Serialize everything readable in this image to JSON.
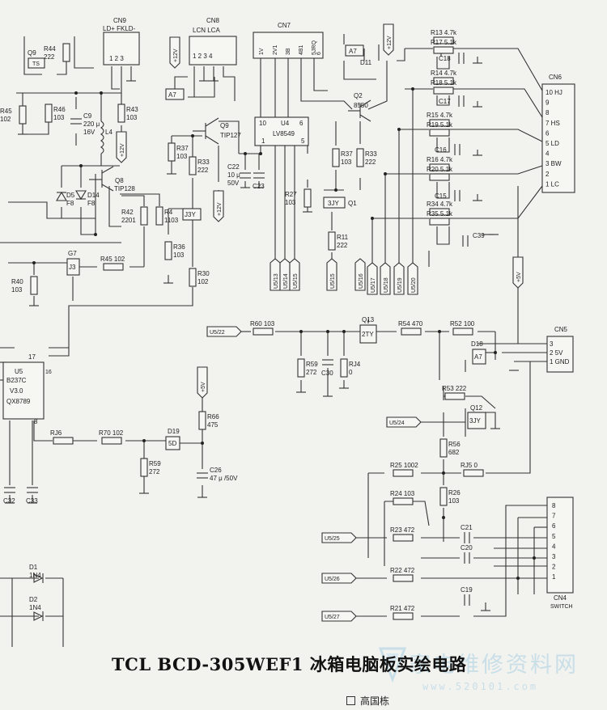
{
  "title": "TCL BCD-305WEF1 冰箱电脑板实绘电路",
  "author": "高国栋",
  "watermark": {
    "site": "家电维修资料网",
    "url": "www.520101.com"
  },
  "connectors": {
    "cn9": {
      "name": "CN9",
      "pins_label": "LD+ FKLD-",
      "pins": "1  2  3"
    },
    "cn8": {
      "name": "CN8",
      "pins_label": "LCN   LCA",
      "pins": "1  2  3  4"
    },
    "cn7": {
      "name": "CN7",
      "pins": [
        "1V",
        "2V1",
        "3B",
        "4B1",
        "5JRQ",
        "6"
      ]
    },
    "cn6": {
      "name": "CN6",
      "pins": [
        "10 HJ",
        "9",
        "8",
        "7      HS",
        "6",
        "5      LD",
        "4",
        "3      BW",
        "2",
        "1      LC"
      ]
    },
    "cn5": {
      "name": "CN5",
      "pins": [
        "3",
        "2  5V",
        "1  GND"
      ]
    },
    "cn4": {
      "name": "CN4",
      "sub": "SWITCH",
      "pins": [
        "8",
        "7",
        "6",
        "5",
        "4",
        "3",
        "2",
        "1"
      ]
    }
  },
  "chips": {
    "u4": {
      "name": "U4",
      "model": "LV8549",
      "pins": [
        "10",
        "6",
        "1",
        "5"
      ]
    },
    "u5": {
      "name": "U5",
      "lines": [
        "B237C",
        "V3.0",
        "QX8789"
      ],
      "pins": [
        "17",
        "16",
        "8"
      ]
    }
  },
  "transistors": [
    {
      "id": "q9a",
      "label": "Q9",
      "marking": "TS"
    },
    {
      "id": "q9b",
      "label": "Q9",
      "marking": "TIP127"
    },
    {
      "id": "q8",
      "label": "Q8",
      "marking": "TIP128"
    },
    {
      "id": "q2",
      "label": "Q2",
      "marking": "8550"
    },
    {
      "id": "q1",
      "label": "Q1",
      "marking": "3JY"
    },
    {
      "id": "g7",
      "label": "G7",
      "marking": "J3"
    },
    {
      "id": "q13",
      "label": "Q13",
      "marking": "2TY"
    },
    {
      "id": "q12",
      "label": "Q12",
      "marking": "3JY"
    },
    {
      "id": "j3y",
      "label": "",
      "marking": "J3Y"
    }
  ],
  "diodes": [
    {
      "id": "d5",
      "label": "D5",
      "marking": "F8"
    },
    {
      "id": "d14",
      "label": "D14",
      "marking": "F8"
    },
    {
      "id": "d11",
      "label": "D11",
      "marking": "A7"
    },
    {
      "id": "a7",
      "label": "",
      "marking": "A7"
    },
    {
      "id": "d18",
      "label": "D18",
      "marking": "A7"
    },
    {
      "id": "d19",
      "label": "D19",
      "marking": "5D"
    },
    {
      "id": "d1",
      "label": "D1",
      "marking": "1N4"
    },
    {
      "id": "d2",
      "label": "D2",
      "marking": "1N4"
    }
  ],
  "resistors": [
    {
      "id": "r44",
      "label": "R44",
      "value": "222"
    },
    {
      "id": "r45a",
      "label": "R45",
      "value": "102"
    },
    {
      "id": "r46",
      "label": "R46",
      "value": "103"
    },
    {
      "id": "r43",
      "label": "R43",
      "value": "103"
    },
    {
      "id": "r37a",
      "label": "R37",
      "value": "103"
    },
    {
      "id": "r33a",
      "label": "R33",
      "value": "222"
    },
    {
      "id": "r42",
      "label": "R42",
      "value": "2201"
    },
    {
      "id": "r4",
      "label": "R4",
      "value": "1103"
    },
    {
      "id": "r36",
      "label": "R36",
      "value": "103"
    },
    {
      "id": "r30",
      "label": "R30",
      "value": "102"
    },
    {
      "id": "r45b",
      "label": "R45",
      "value": "102"
    },
    {
      "id": "r40",
      "label": "R40",
      "value": "103"
    },
    {
      "id": "r37b",
      "label": "R37",
      "value": "103"
    },
    {
      "id": "r33b",
      "label": "R33",
      "value": "222"
    },
    {
      "id": "r27",
      "label": "R27",
      "value": "103"
    },
    {
      "id": "r11",
      "label": "R11",
      "value": "222"
    },
    {
      "id": "r13",
      "label": "R13",
      "value": "4.7k"
    },
    {
      "id": "r17",
      "label": "R17",
      "value": "5.1k"
    },
    {
      "id": "r14",
      "label": "R14",
      "value": "4.7k"
    },
    {
      "id": "r18",
      "label": "R18",
      "value": "5.1k"
    },
    {
      "id": "r15",
      "label": "R15",
      "value": "4.7k"
    },
    {
      "id": "r19",
      "label": "R19",
      "value": "5.1k"
    },
    {
      "id": "r16",
      "label": "R16",
      "value": "4.7k"
    },
    {
      "id": "r20",
      "label": "R20",
      "value": "5.1k"
    },
    {
      "id": "r34",
      "label": "R34",
      "value": "4.7k"
    },
    {
      "id": "r35",
      "label": "R35",
      "value": "5.1k"
    },
    {
      "id": "r60",
      "label": "R60",
      "value": "103"
    },
    {
      "id": "r59a",
      "label": "R59",
      "value": "272"
    },
    {
      "id": "rj4",
      "label": "RJ4",
      "value": "0"
    },
    {
      "id": "r54",
      "label": "R54",
      "value": "470"
    },
    {
      "id": "r52",
      "label": "R52",
      "value": "100"
    },
    {
      "id": "r53",
      "label": "R53",
      "value": "222"
    },
    {
      "id": "r56",
      "label": "R56",
      "value": "682"
    },
    {
      "id": "r25",
      "label": "R25",
      "value": "1002"
    },
    {
      "id": "rj5",
      "label": "RJ5",
      "value": "0"
    },
    {
      "id": "r26",
      "label": "R26",
      "value": "103"
    },
    {
      "id": "r24",
      "label": "R24",
      "value": "103"
    },
    {
      "id": "r23",
      "label": "R23",
      "value": "472"
    },
    {
      "id": "r22",
      "label": "R22",
      "value": "472"
    },
    {
      "id": "r21",
      "label": "R21",
      "value": "472"
    },
    {
      "id": "rj6",
      "label": "RJ6",
      "value": ""
    },
    {
      "id": "r70",
      "label": "R70",
      "value": "102"
    },
    {
      "id": "r59b",
      "label": "R59",
      "value": "272"
    },
    {
      "id": "r66",
      "label": "R66",
      "value": "475"
    }
  ],
  "capacitors": [
    {
      "id": "c9",
      "label": "C9",
      "value": "220 μ",
      "extra": "16V"
    },
    {
      "id": "c22",
      "label": "C22",
      "value": "10 μ",
      "extra": "50V"
    },
    {
      "id": "c23",
      "label": "C23",
      "value": ""
    },
    {
      "id": "c18",
      "label": "C18",
      "value": ""
    },
    {
      "id": "c17",
      "label": "C17",
      "value": ""
    },
    {
      "id": "c16",
      "label": "C16",
      "value": ""
    },
    {
      "id": "c15",
      "label": "C15",
      "value": ""
    },
    {
      "id": "c39",
      "label": "C39",
      "value": ""
    },
    {
      "id": "c30",
      "label": "C30",
      "value": ""
    },
    {
      "id": "c21",
      "label": "C21",
      "value": ""
    },
    {
      "id": "c20",
      "label": "C20",
      "value": ""
    },
    {
      "id": "c19",
      "label": "C19",
      "value": ""
    },
    {
      "id": "c26",
      "label": "C26",
      "value": "47 μ /50V"
    },
    {
      "id": "c32",
      "label": "C32",
      "value": ""
    },
    {
      "id": "c33",
      "label": "C33",
      "value": ""
    }
  ],
  "inductors": [
    {
      "id": "l4",
      "label": "L4"
    }
  ],
  "power_labels": [
    "+12V",
    "+12V",
    "+12V",
    "+12V",
    "+5V",
    "+5V"
  ],
  "net_labels": [
    "U5/13",
    "U5/14",
    "U5/15",
    "U5/15",
    "U5/16",
    "U5/17",
    "U5/18",
    "U5/19",
    "U5/20",
    "U5/22",
    "U5/24",
    "U5/25",
    "U5/26",
    "U5/27"
  ]
}
